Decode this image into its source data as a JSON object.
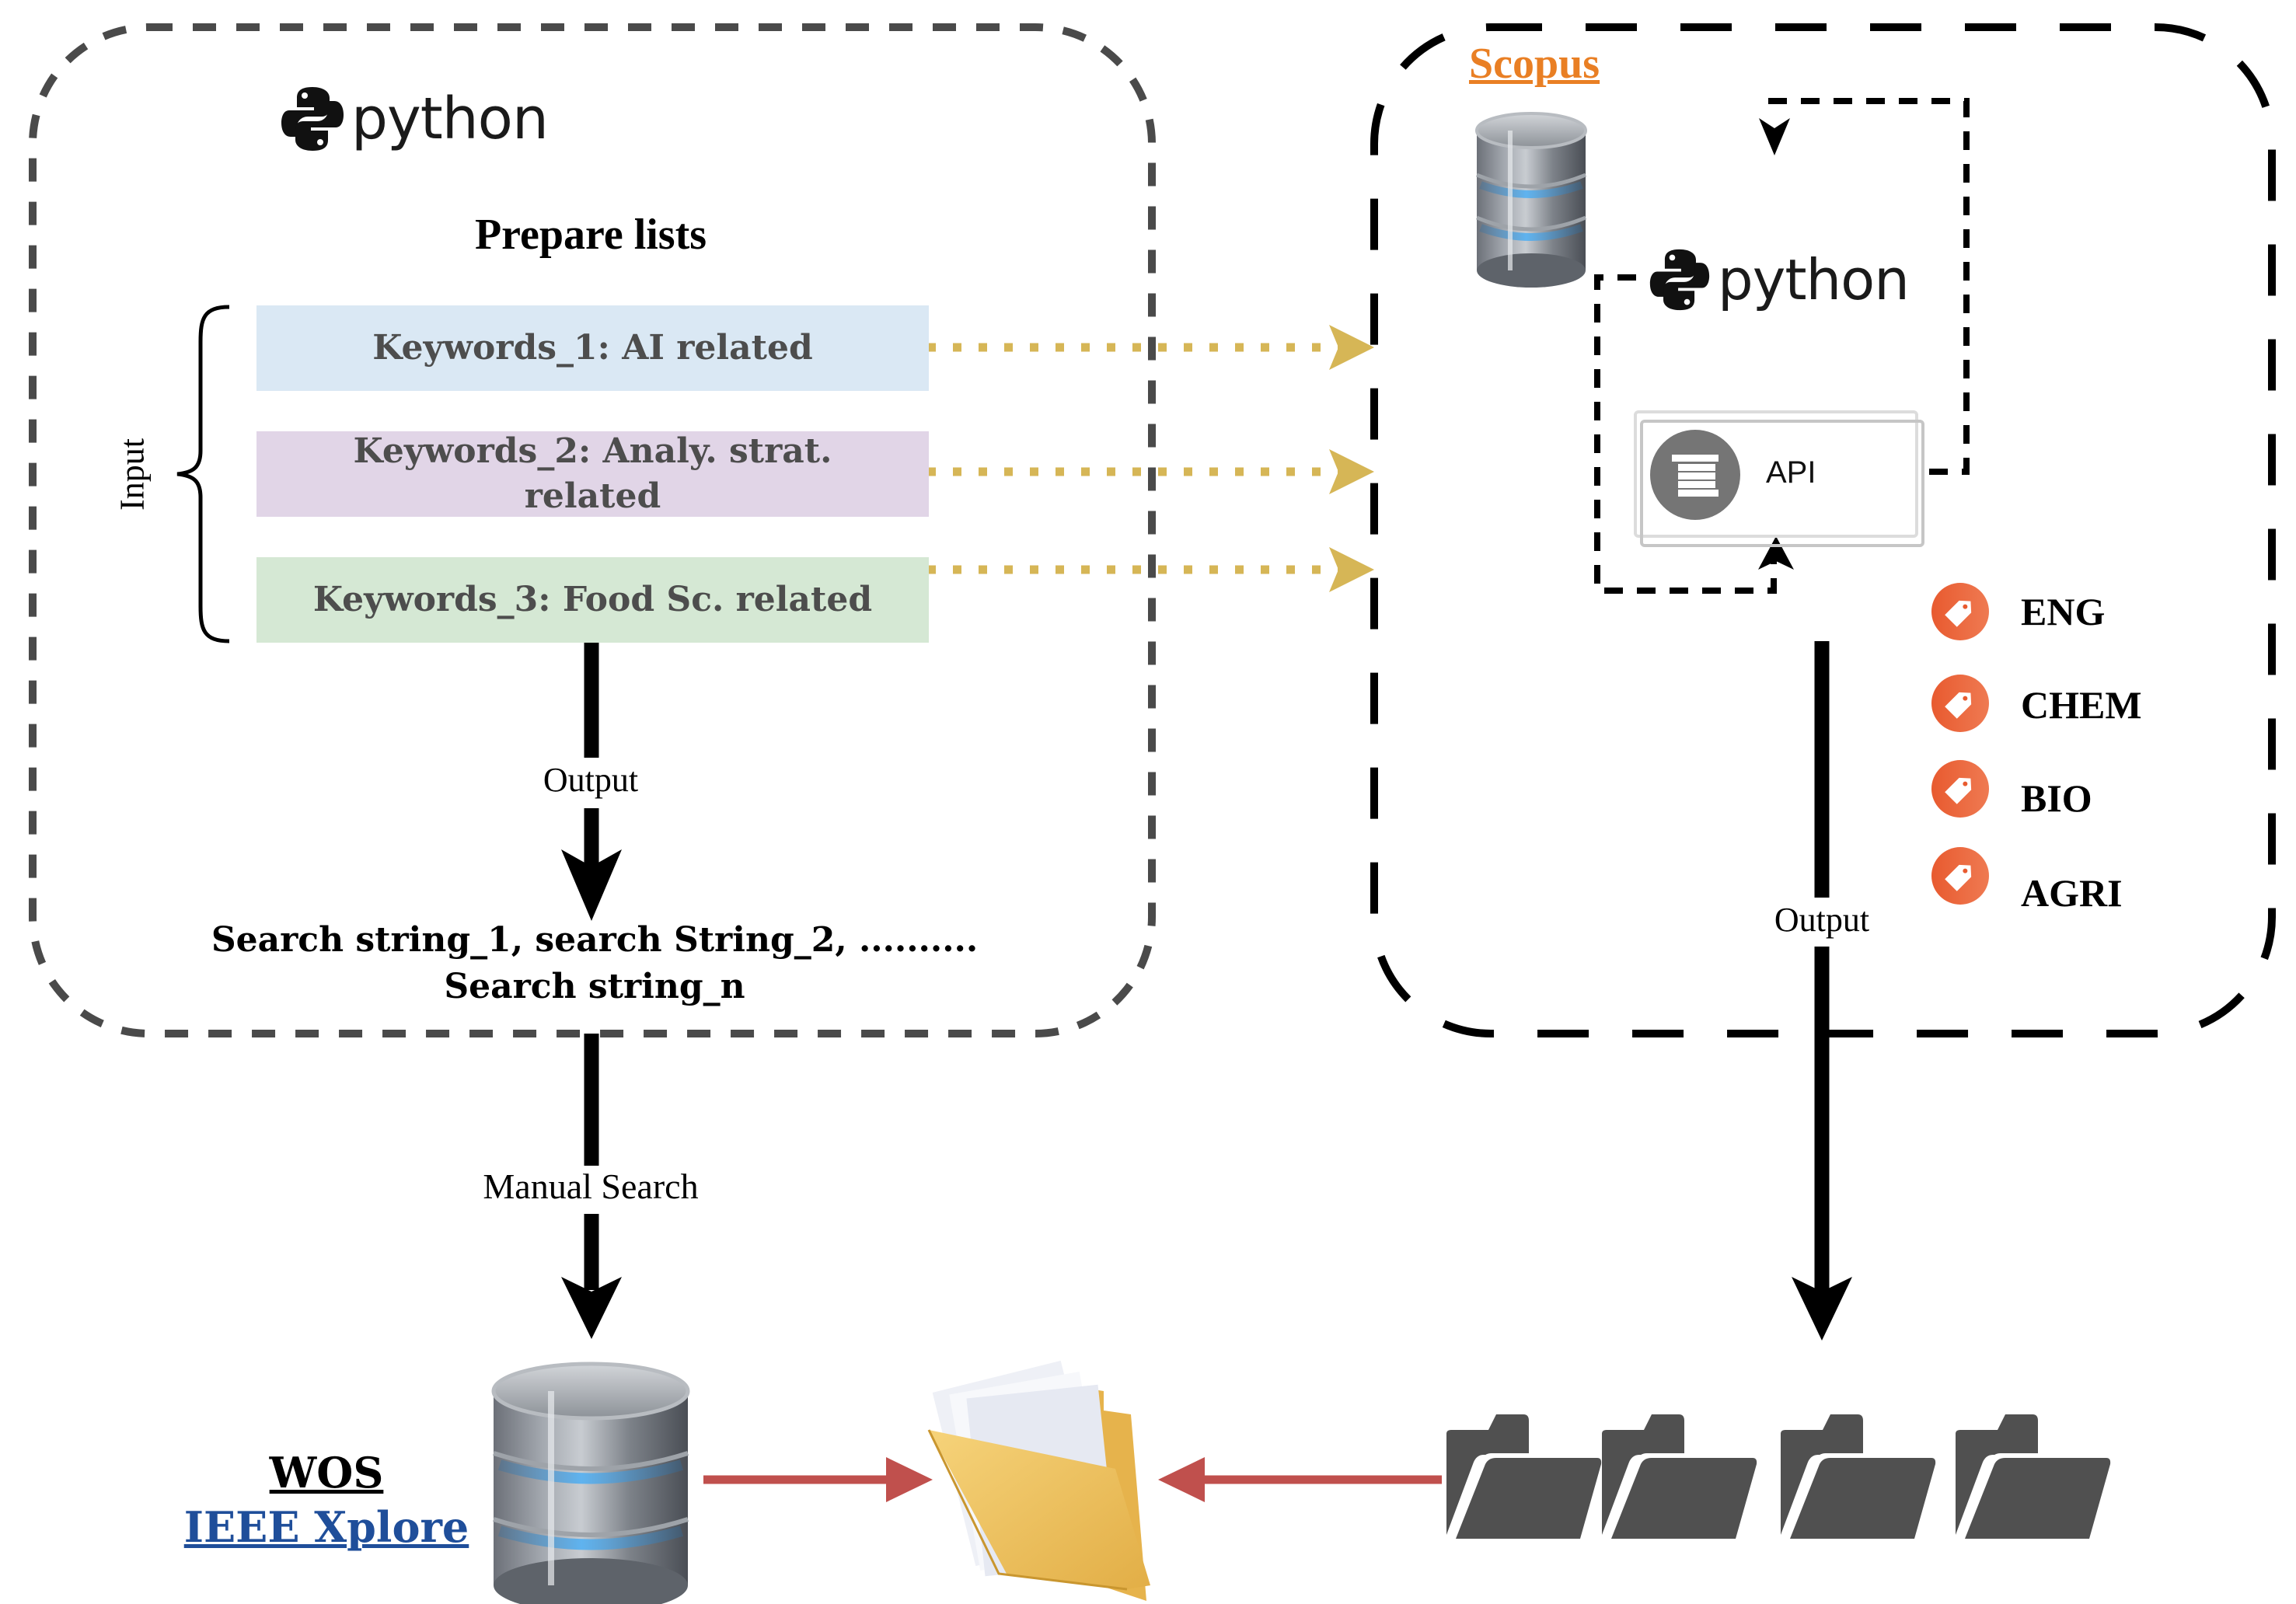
{
  "left_panel": {
    "logo_text": "python",
    "title": "Prepare lists",
    "input_label": "Input",
    "keywords": [
      {
        "label": "Keywords_1: AI related",
        "color": "#dae8f4"
      },
      {
        "label": "Keywords_2: Analy. strat. related",
        "color": "#e1d5e7"
      },
      {
        "label": "Keywords_3: Food Sc. related",
        "color": "#d5e8d4"
      }
    ],
    "output_label": "Output",
    "result_line1": "Search string_1, search String_2, ..........",
    "result_line2": "Search string_n"
  },
  "right_panel": {
    "source_name": "Scopus",
    "source_color": "#e97f24",
    "logo_text": "python",
    "api_label": "API",
    "output_label": "Output",
    "subject_tags": [
      "ENG",
      "CHEM",
      "BIO",
      "AGRI"
    ],
    "tag_color": "#e85a2f"
  },
  "bottom": {
    "manual_search_label": "Manual Search",
    "db_primary": "WOS",
    "db_secondary": "IEEE Xplore",
    "db_secondary_color": "#1f4e9a",
    "arrow_color": "#c0504d",
    "folder_count": 4
  },
  "colors": {
    "dotted_arrow": "#d6b656",
    "panel_border_left": "#4a4a4a",
    "panel_border_right": "#000000",
    "folder_dark": "#505050"
  }
}
